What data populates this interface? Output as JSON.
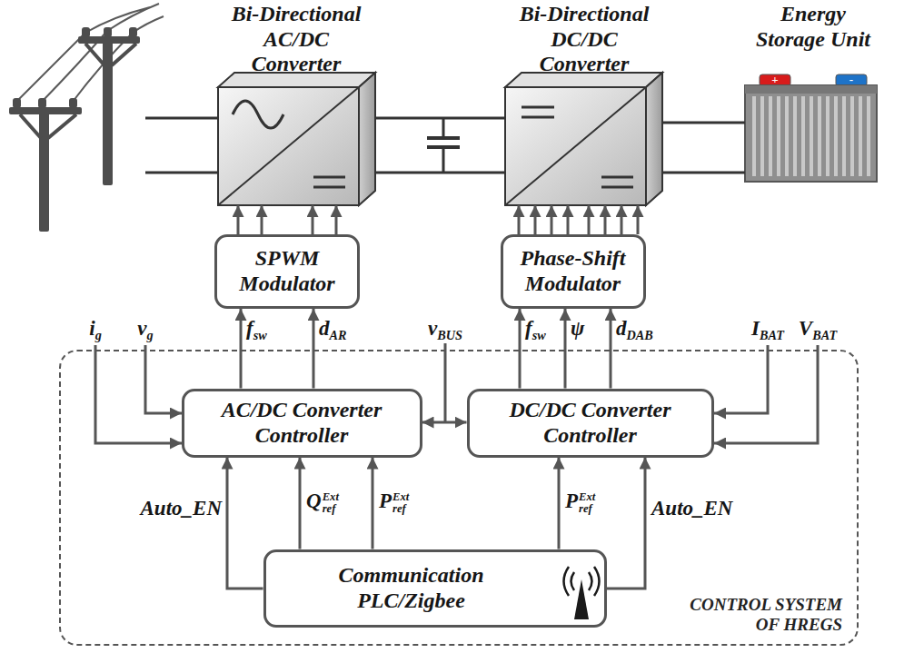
{
  "diagram": {
    "nodes": [
      {
        "text": [
          "Bi-Directional AC/DC Converter"
        ]
      },
      {
        "text": [
          "Bi-Directional DC/DC Converter"
        ]
      },
      {
        "text": [
          "Energy Storage Unit"
        ]
      },
      {
        "text": [
          "SPWM Modulator"
        ]
      },
      {
        "text": [
          "Phase-Shift Modulator"
        ]
      },
      {
        "text": [
          "CONTROL SYSTEM OF HREGS"
        ]
      },
      {
        "text": [
          "AC/DC Converter Controller"
        ],
        "in": 5
      },
      {
        "text": [
          "DC/DC Converter Controller"
        ],
        "in": 5
      },
      {
        "text": [
          "Communication PLC/Zigbee"
        ],
        "in": 5
      }
    ],
    "edges": [
      {
        "from": 3,
        "to": 0,
        "arrow": "to"
      },
      {
        "from": 3,
        "to": 0,
        "arrow": "to"
      },
      {
        "from": 3,
        "to": 0,
        "arrow": "to"
      },
      {
        "from": 3,
        "to": 0,
        "arrow": "to"
      },
      {
        "from": 4,
        "to": 1,
        "arrow": "to"
      },
      {
        "from": 4,
        "to": 1,
        "arrow": "to"
      },
      {
        "from": 4,
        "to": 1,
        "arrow": "to"
      },
      {
        "from": 4,
        "to": 1,
        "arrow": "to"
      },
      {
        "from": 4,
        "to": 1,
        "arrow": "to"
      },
      {
        "from": 4,
        "to": 1,
        "arrow": "to"
      },
      {
        "from": 4,
        "to": 1,
        "arrow": "to"
      },
      {
        "from": 4,
        "to": 1,
        "arrow": "to"
      },
      {
        "from": 6,
        "to": 3,
        "arrow": "to",
        "label": "fsw"
      },
      {
        "from": 6,
        "to": 3,
        "arrow": "to",
        "label": "dAR"
      },
      {
        "from": 7,
        "to": 4,
        "arrow": "to",
        "label": "fsw"
      },
      {
        "from": 7,
        "to": 4,
        "arrow": "to",
        "label": "ψ"
      },
      {
        "from": 7,
        "to": 4,
        "arrow": "to",
        "label": "dDAB"
      },
      {
        "from": 6,
        "to": 7,
        "arrow": "both",
        "label": "vBUS"
      },
      {
        "from": 8,
        "to": 6,
        "arrow": "to",
        "label": "Auto_EN"
      },
      {
        "from": 8,
        "to": 6,
        "arrow": "to",
        "label": "QrefExt"
      },
      {
        "from": 8,
        "to": 6,
        "arrow": "to",
        "label": "PrefExt"
      },
      {
        "from": 8,
        "to": 7,
        "arrow": "to",
        "label": "PrefExt"
      },
      {
        "from": 8,
        "to": 7,
        "arrow": "to",
        "label": "Auto_EN"
      },
      {
        "from": 0,
        "to": 1,
        "arrow": "none"
      },
      {
        "from": 0,
        "to": 1,
        "arrow": "none"
      },
      {
        "from": 1,
        "to": 2,
        "arrow": "none"
      },
      {
        "from": 1,
        "to": 2,
        "arrow": "none"
      }
    ],
    "labels": [
      "ig",
      "vg",
      "IBAT",
      "VBAT",
      "+",
      "-"
    ]
  }
}
